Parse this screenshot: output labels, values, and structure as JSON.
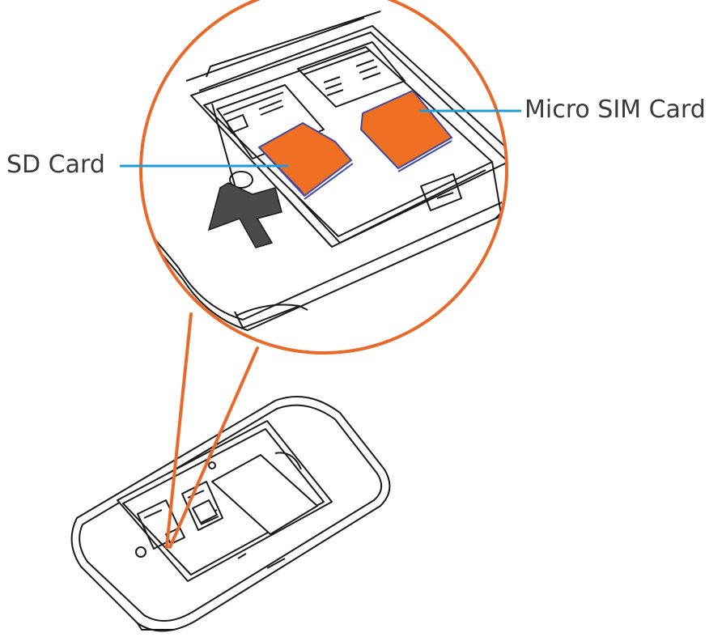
{
  "labels": {
    "sd_card": "SD Card",
    "micro_sim_card": "Micro SIM Card"
  },
  "colors": {
    "magnifier_outline": "#E8692A",
    "card_fill": "#F07023",
    "card_edge": "#3F48A8",
    "callout_line": "#1E9BD7",
    "arrow_fill": "#4A4A4A",
    "line_art": "#1a1a1a"
  },
  "icons": {
    "insert_arrow": "up-left-arrow"
  }
}
